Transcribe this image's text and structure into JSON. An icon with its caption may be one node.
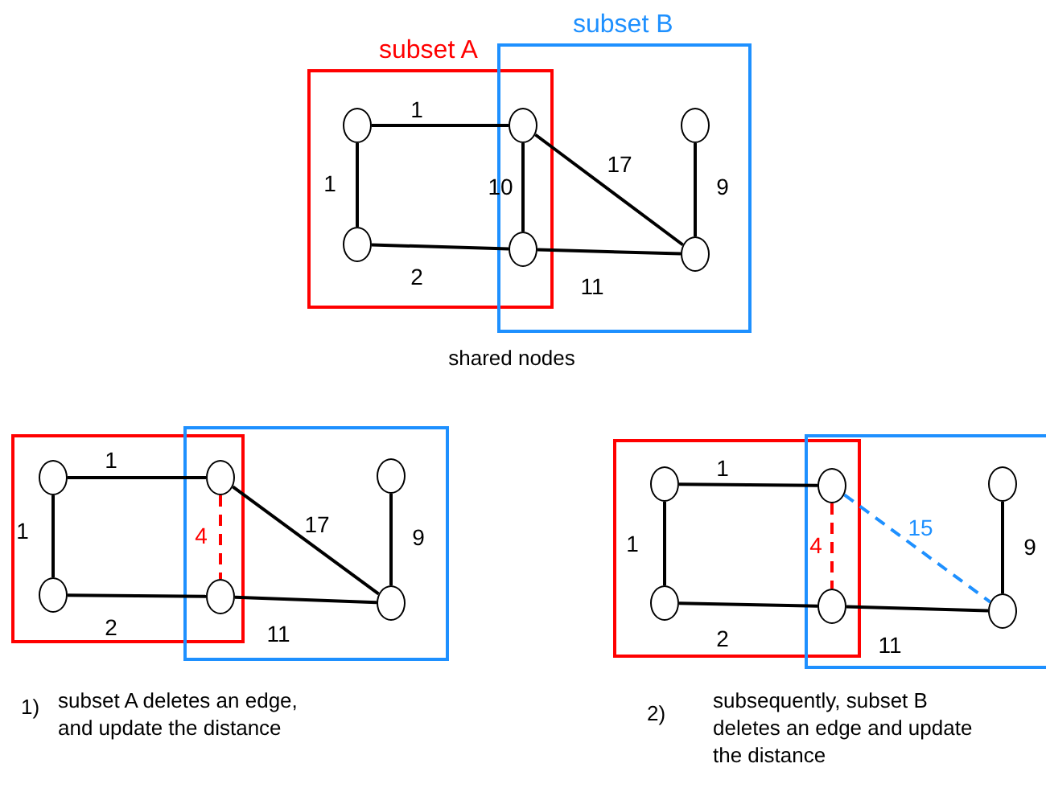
{
  "diagram": {
    "nodes": [
      {
        "text": [
          "subset A"
        ]
      },
      {
        "text": [
          "subset B"
        ]
      },
      {
        "text": [],
        "shape": "circle",
        "in": 0
      },
      {
        "text": [],
        "shape": "circle"
      },
      {
        "text": [],
        "shape": "circle",
        "in": 0
      },
      {
        "text": [],
        "shape": "circle"
      },
      {
        "text": [],
        "shape": "circle",
        "in": 1
      },
      {
        "text": [],
        "shape": "circle",
        "in": 1
      },
      {
        "text": [],
        "shape": "box"
      },
      {
        "text": [],
        "shape": "box"
      },
      {
        "text": [],
        "shape": "circle",
        "in": 8
      },
      {
        "text": [],
        "shape": "circle"
      },
      {
        "text": [],
        "shape": "circle",
        "in": 8
      },
      {
        "text": [],
        "shape": "circle"
      },
      {
        "text": [],
        "shape": "circle",
        "in": 9
      },
      {
        "text": [],
        "shape": "circle",
        "in": 9
      },
      {
        "text": [],
        "shape": "box"
      },
      {
        "text": [],
        "shape": "box"
      },
      {
        "text": [],
        "shape": "circle",
        "in": 16
      },
      {
        "text": [],
        "shape": "circle"
      },
      {
        "text": [],
        "shape": "circle",
        "in": 16
      },
      {
        "text": [],
        "shape": "circle"
      },
      {
        "text": [],
        "shape": "circle",
        "in": 17
      },
      {
        "text": [],
        "shape": "circle",
        "in": 17
      }
    ],
    "edges": [
      {
        "from": 2,
        "to": 3,
        "arrow": "none",
        "label": "1"
      },
      {
        "from": 2,
        "to": 4,
        "arrow": "none",
        "label": "1"
      },
      {
        "from": 3,
        "to": 5,
        "arrow": "none",
        "label": "10"
      },
      {
        "from": 4,
        "to": 5,
        "arrow": "none",
        "label": "2"
      },
      {
        "from": 3,
        "to": 7,
        "arrow": "none",
        "label": "17"
      },
      {
        "from": 6,
        "to": 7,
        "arrow": "none",
        "label": "9"
      },
      {
        "from": 5,
        "to": 7,
        "arrow": "none",
        "label": "11"
      },
      {
        "from": 10,
        "to": 11,
        "arrow": "none",
        "label": "1"
      },
      {
        "from": 10,
        "to": 12,
        "arrow": "none",
        "label": "1"
      },
      {
        "from": 11,
        "to": 13,
        "arrow": "none",
        "label": "4",
        "style": "dashed",
        "color": "#ff0000"
      },
      {
        "from": 12,
        "to": 13,
        "arrow": "none",
        "label": "2"
      },
      {
        "from": 11,
        "to": 15,
        "arrow": "none",
        "label": "17"
      },
      {
        "from": 14,
        "to": 15,
        "arrow": "none",
        "label": "9"
      },
      {
        "from": 13,
        "to": 15,
        "arrow": "none",
        "label": "11"
      },
      {
        "from": 18,
        "to": 19,
        "arrow": "none",
        "label": "1"
      },
      {
        "from": 18,
        "to": 20,
        "arrow": "none",
        "label": "1"
      },
      {
        "from": 19,
        "to": 21,
        "arrow": "none",
        "label": "4",
        "style": "dashed",
        "color": "#ff0000"
      },
      {
        "from": 20,
        "to": 21,
        "arrow": "none",
        "label": "2"
      },
      {
        "from": 19,
        "to": 23,
        "arrow": "none",
        "label": "15",
        "style": "dashed",
        "color": "#1e90ff"
      },
      {
        "from": 22,
        "to": 23,
        "arrow": "none",
        "label": "9"
      },
      {
        "from": 21,
        "to": 23,
        "arrow": "none",
        "label": "11"
      }
    ],
    "labels": [
      "shared nodes",
      "1)",
      "subset A deletes an edge, and update the distance",
      "2)",
      "subsequently, subset B deletes an edge and update the distance"
    ]
  }
}
